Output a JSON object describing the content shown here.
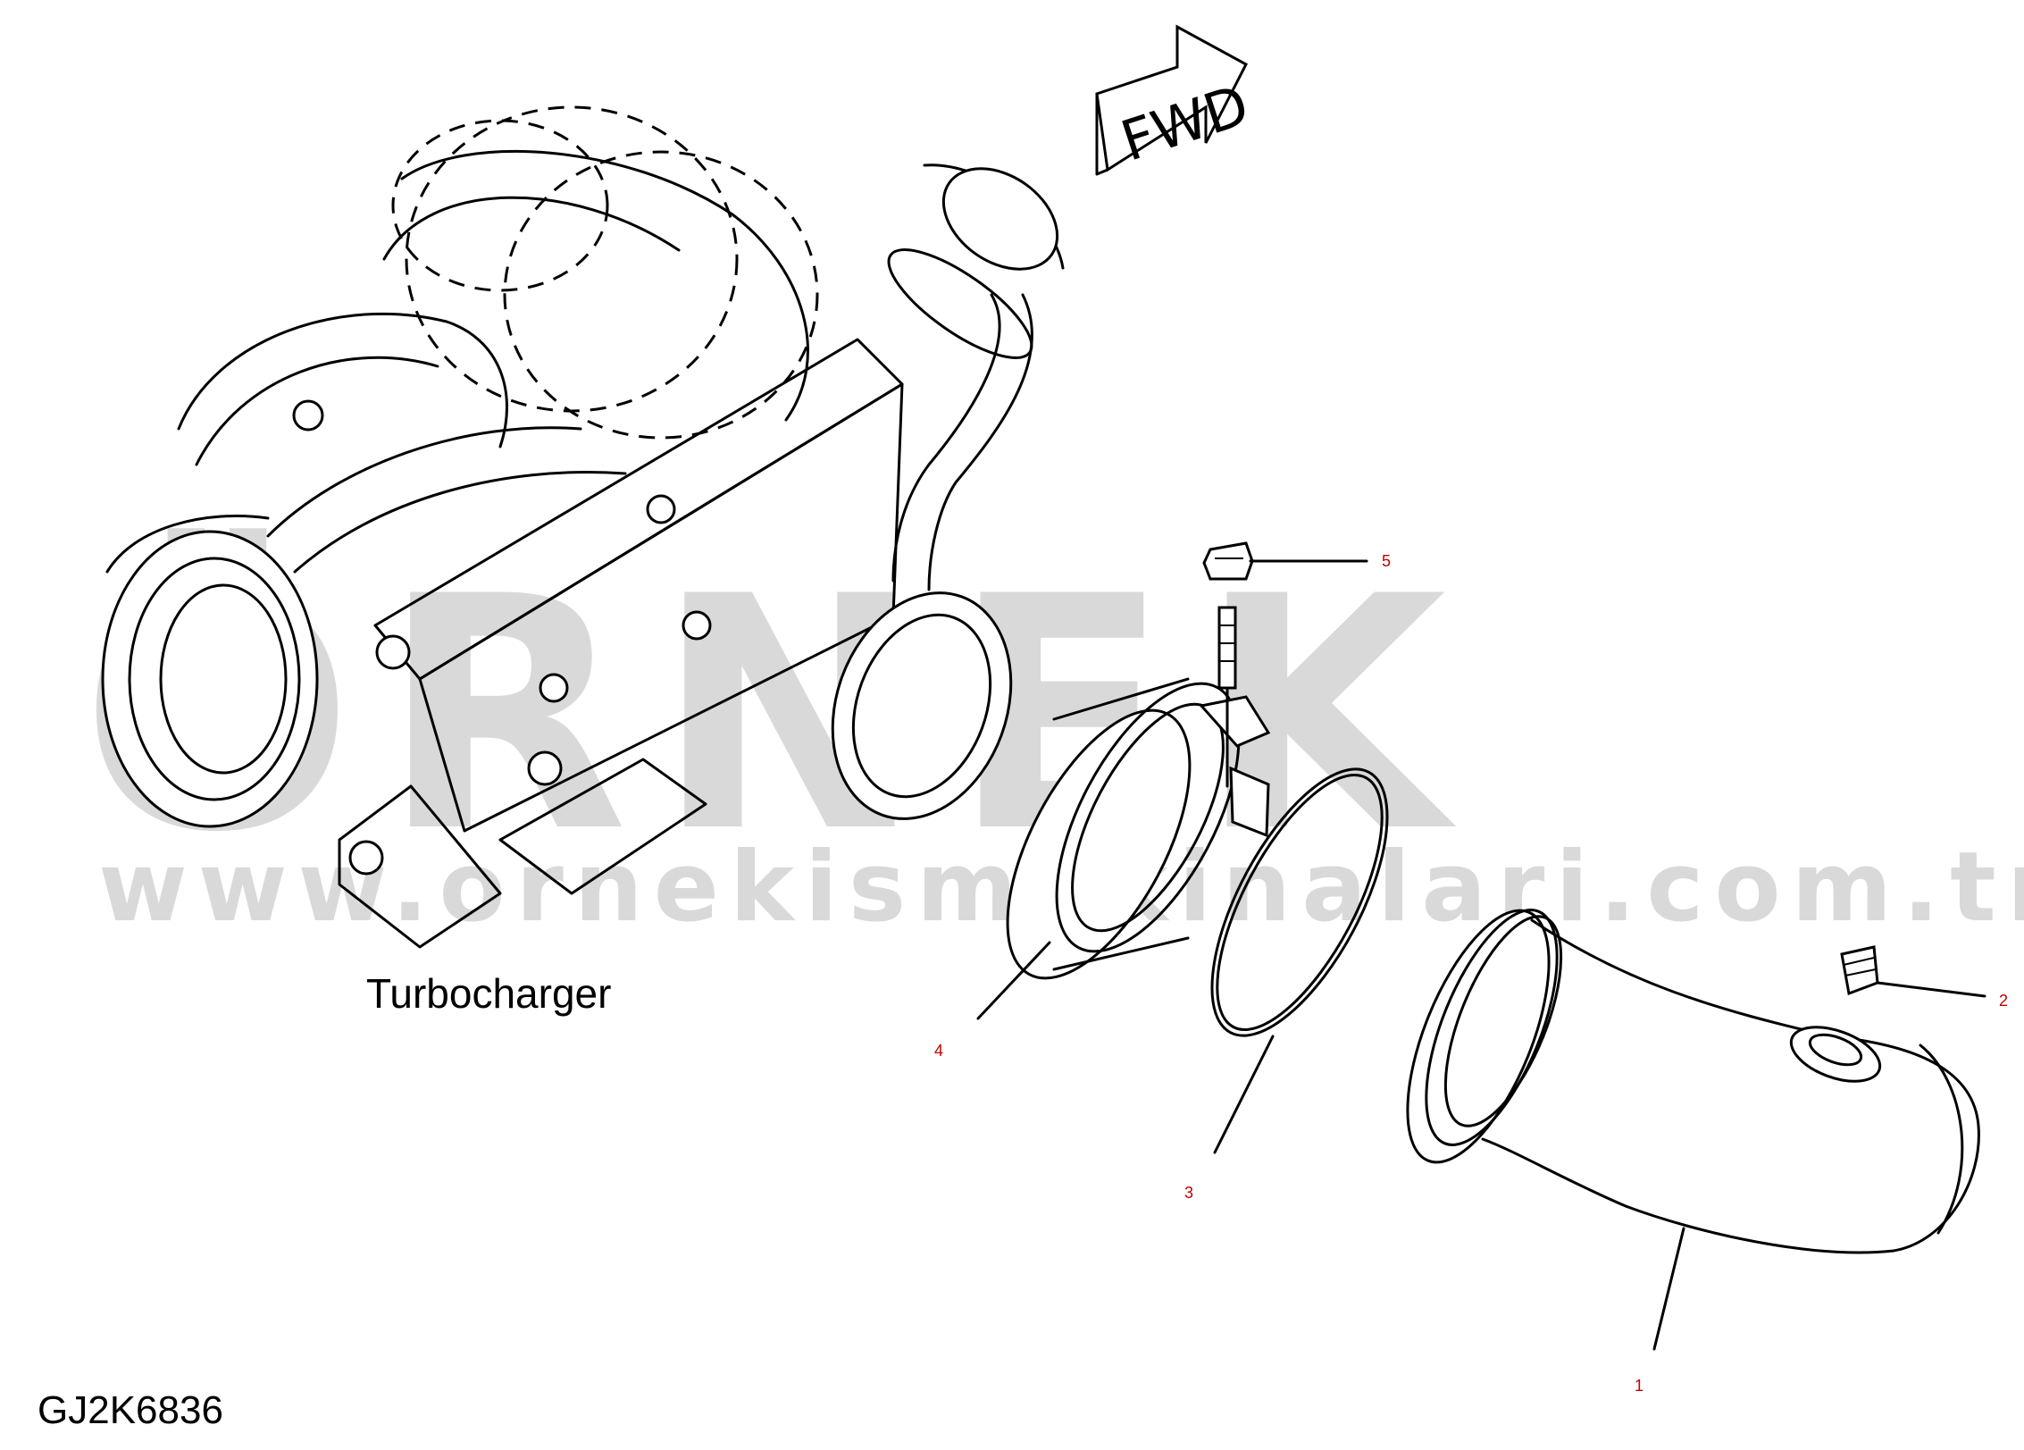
{
  "figure_id": "GJ2K6836",
  "assembly_label": "Turbocharger",
  "direction_label": "FWD",
  "watermark": {
    "brand": "ÖRNEK",
    "url": "www.ornekismakinalari.com.tr"
  },
  "callouts": [
    {
      "number": "1",
      "part": "elbow-pipe"
    },
    {
      "number": "2",
      "part": "plug"
    },
    {
      "number": "3",
      "part": "o-ring"
    },
    {
      "number": "4",
      "part": "v-band-clamp"
    },
    {
      "number": "5",
      "part": "nut"
    }
  ],
  "colors": {
    "line": "#000000",
    "callout_number": "#c00000",
    "watermark": "#d9d9d9",
    "background": "#ffffff"
  }
}
